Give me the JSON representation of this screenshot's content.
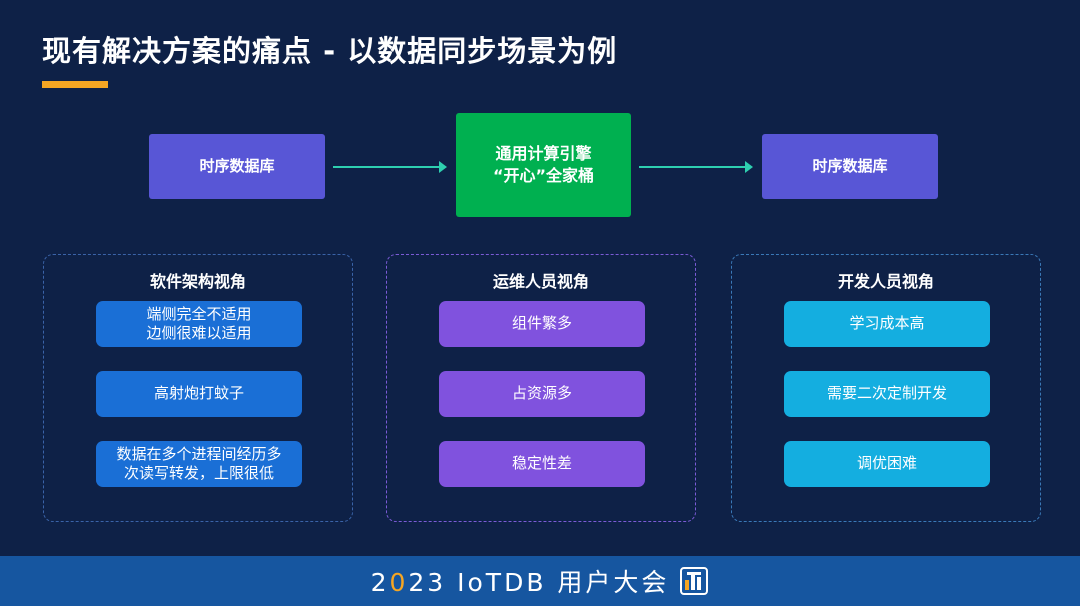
{
  "title": "现有解决方案的痛点 - 以数据同步场景为例",
  "flow": {
    "left": "时序数据库",
    "center_line1": "通用计算引擎",
    "center_line2": "“开心”全家桶",
    "right": "时序数据库"
  },
  "panels": [
    {
      "title": "软件架构视角",
      "items": [
        "端侧完全不适用\n边侧很难以适用",
        "高射炮打蚊子",
        "数据在多个进程间经历多\n次读写转发，上限很低"
      ]
    },
    {
      "title": "运维人员视角",
      "items": [
        "组件繁多",
        "占资源多",
        "稳定性差"
      ]
    },
    {
      "title": "开发人员视角",
      "items": [
        "学习成本高",
        "需要二次定制开发",
        "调优困难"
      ]
    }
  ],
  "footer": {
    "year_a": "2",
    "year_b": "0",
    "year_c": "23",
    "rest": " IoTDB 用户大会"
  },
  "colors": {
    "background": "#0e2147",
    "accent": "#f5a623",
    "flow_db": "#5856d6",
    "flow_engine": "#00b050",
    "arrow": "#2ecfb0",
    "panel1_item": "#1a6fd6",
    "panel2_item": "#8052de",
    "panel3_item": "#14aee0",
    "footer": "#1656a0"
  },
  "icons": {
    "footer_logo": "iotdb-logo-icon"
  }
}
